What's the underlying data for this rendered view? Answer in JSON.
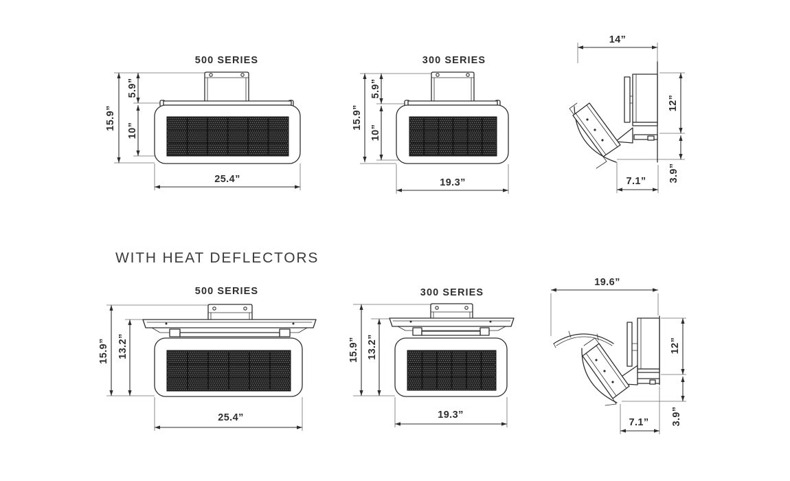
{
  "colors": {
    "ink": "#2d2d2d",
    "background": "#ffffff"
  },
  "heading": "WITH HEAT DEFLECTORS",
  "standard": {
    "s500": {
      "title": "500 SERIES",
      "overall_height": "15.9”",
      "bracket_height": "5.9”",
      "screen_height": "10”",
      "width": "25.4”"
    },
    "s300": {
      "title": "300 SERIES",
      "overall_height": "15.9”",
      "bracket_height": "5.9”",
      "screen_height": "10”",
      "width": "19.3”"
    },
    "side": {
      "overall_depth": "14”",
      "mount_height": "12”",
      "clearance": "3.9”",
      "body_depth": "7.1”"
    }
  },
  "with_deflectors": {
    "s500": {
      "title": "500 SERIES",
      "overall_height": "15.9”",
      "body_height": "13.2”",
      "width": "25.4”"
    },
    "s300": {
      "title": "300 SERIES",
      "overall_height": "15.9”",
      "body_height": "13.2”",
      "width": "19.3”"
    },
    "side": {
      "overall_depth": "19.6”",
      "mount_height": "12”",
      "clearance": "3.9”",
      "body_depth": "7.1”"
    }
  }
}
